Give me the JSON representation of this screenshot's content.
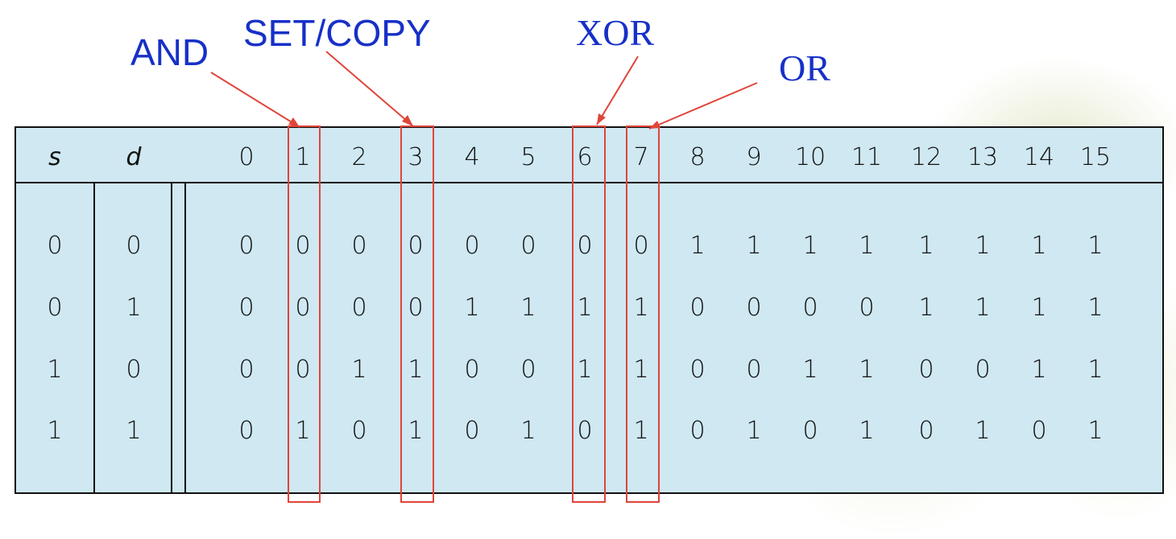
{
  "labels": {
    "and": "AND",
    "set_copy": "SET/COPY",
    "xor": "XOR",
    "or": "OR"
  },
  "header": {
    "s": "s",
    "d": "d",
    "functions": [
      "0",
      "1",
      "2",
      "3",
      "4",
      "5",
      "6",
      "7",
      "8",
      "9",
      "10",
      "11",
      "12",
      "13",
      "14",
      "15"
    ]
  },
  "rows": [
    {
      "s": "0",
      "d": "0",
      "values": [
        "0",
        "0",
        "0",
        "0",
        "0",
        "0",
        "0",
        "0",
        "1",
        "1",
        "1",
        "1",
        "1",
        "1",
        "1",
        "1"
      ]
    },
    {
      "s": "0",
      "d": "1",
      "values": [
        "0",
        "0",
        "0",
        "0",
        "1",
        "1",
        "1",
        "1",
        "0",
        "0",
        "0",
        "0",
        "1",
        "1",
        "1",
        "1"
      ]
    },
    {
      "s": "1",
      "d": "0",
      "values": [
        "0",
        "0",
        "1",
        "1",
        "0",
        "0",
        "1",
        "1",
        "0",
        "0",
        "1",
        "1",
        "0",
        "0",
        "1",
        "1"
      ]
    },
    {
      "s": "1",
      "d": "1",
      "values": [
        "0",
        "1",
        "0",
        "1",
        "0",
        "1",
        "0",
        "1",
        "0",
        "1",
        "0",
        "1",
        "0",
        "1",
        "0",
        "1"
      ]
    }
  ],
  "highlighted_functions": [
    1,
    3,
    6,
    7
  ],
  "colors": {
    "label_text": "#1730c8",
    "highlight_box": "#e0453a",
    "panel": "#cfe8f2",
    "line": "#111111"
  }
}
